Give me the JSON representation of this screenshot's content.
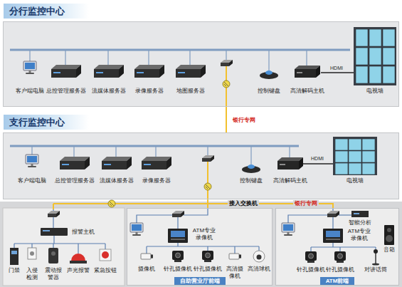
{
  "diagram": {
    "nodes": [
      {
        "text": [
          "分行监控中心"
        ]
      },
      {
        "text": [
          "支行监控中心"
        ]
      },
      {
        "text": [
          "自助营业厅前端"
        ]
      },
      {
        "text": [
          "ATM前端"
        ]
      }
    ],
    "edges": [
      {
        "from": 0,
        "to": 1,
        "label": "银行专网",
        "arrow": "none"
      },
      {
        "from": 1,
        "to": 2,
        "label": "接入交换机",
        "arrow": "none"
      },
      {
        "from": 1,
        "to": 3,
        "label": "银行专网",
        "arrow": "none"
      }
    ],
    "labels": [
      "客户端电脑",
      "总控管理服务器",
      "流媒体服务器",
      "录像服务器",
      "地图服务器",
      "控制键盘",
      "高清解码主机",
      "HDMI",
      "电视墙",
      "客户端电脑",
      "总控管理服务器",
      "流媒体服务器",
      "录像服务器",
      "控制键盘",
      "高清解码主机",
      "HDMI",
      "电视墙",
      "报警主机",
      "门禁",
      "入侵检测",
      "震动报警器",
      "声光报警",
      "紧急按钮",
      "ATM专业录像机",
      "摄像机",
      "针孔摄像机",
      "针孔摄像机",
      "高清摄像机",
      "高清球机",
      "智能分析",
      "ATM专业录像机",
      "音箱",
      "针孔摄像机",
      "针孔摄像机",
      "对讲话筒"
    ]
  }
}
